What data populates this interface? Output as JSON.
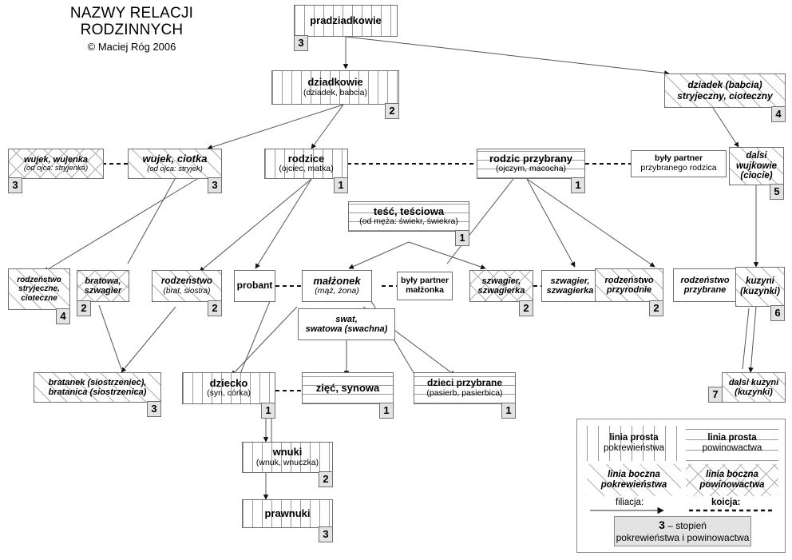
{
  "title": {
    "line1": "NAZWY RELACJI",
    "line2": "RODZINNYCH",
    "credit": "© Maciej Róg 2006"
  },
  "nodes": [
    {
      "id": "pradziadkowie",
      "l1": "pradziadkowie",
      "l2": "",
      "deg": "3",
      "fill": "vert"
    },
    {
      "id": "dziadkowie",
      "l1": "dziadkowie",
      "l2": "(dziadek, babcia)",
      "deg": "2",
      "fill": "vert"
    },
    {
      "id": "dziadek-stryjeczny",
      "l1": "dziadek (babcia)",
      "l2": "stryjeczny, cioteczny",
      "deg": "4",
      "fill": "diag"
    },
    {
      "id": "wujek-wujenka",
      "l1": "wujek, wujenka",
      "l2": "(od ojca: stryjenka)",
      "deg": "3",
      "fill": "cross"
    },
    {
      "id": "wujek-ciotka",
      "l1": "wujek, ciotka",
      "l2": "(od ojca: stryjek)",
      "deg": "3",
      "fill": "diag"
    },
    {
      "id": "rodzice",
      "l1": "rodzice",
      "l2": "(ojciec, matka)",
      "deg": "1",
      "fill": "vert"
    },
    {
      "id": "rodzic-przybrany",
      "l1": "rodzic przybrany",
      "l2": "(ojczym, macocha)",
      "deg": "1",
      "fill": "horz"
    },
    {
      "id": "byly-partner-rodzica",
      "l1": "były partner",
      "l2": "przybranego rodzica",
      "deg": "",
      "fill": "none"
    },
    {
      "id": "dalsi-wujkowie",
      "l1": "dalsi",
      "l2": "wujkowie",
      "l3": "(ciocie)",
      "deg": "5",
      "fill": "diag"
    },
    {
      "id": "tesc-tesciowa",
      "l1": "teść, teściowa",
      "l2": "(od męża: świekr, świekra)",
      "deg": "1",
      "fill": "horz"
    },
    {
      "id": "rodzenstwo-stryjeczne",
      "l1": "rodzeństwo",
      "l2": "stryjeczne,",
      "l3": "cioteczne",
      "deg": "4",
      "fill": "diag"
    },
    {
      "id": "bratowa-szwagier",
      "l1": "bratowa,",
      "l2": "szwagier",
      "deg": "2",
      "fill": "cross"
    },
    {
      "id": "rodzenstwo",
      "l1": "rodzeństwo",
      "l2": "(brat, siostra)",
      "deg": "2",
      "fill": "diag"
    },
    {
      "id": "probant",
      "l1": "probant",
      "l2": "",
      "deg": "",
      "fill": "none"
    },
    {
      "id": "malzonek",
      "l1": "małżonek",
      "l2": "(mąż, żona)",
      "deg": "",
      "fill": "none"
    },
    {
      "id": "byly-partner-malzonka",
      "l1": "były partner",
      "l2": "małżonka",
      "deg": "",
      "fill": "none"
    },
    {
      "id": "szwagier-szwagierka-1",
      "l1": "szwagier,",
      "l2": "szwagierka",
      "deg": "2",
      "fill": "cross"
    },
    {
      "id": "szwagier-szwagierka-2",
      "l1": "szwagier,",
      "l2": "szwagierka",
      "deg": "",
      "fill": "none"
    },
    {
      "id": "rodzenstwo-przyrodnie",
      "l1": "rodzeństwo",
      "l2": "przyrodnie",
      "deg": "2",
      "fill": "diag"
    },
    {
      "id": "rodzenstwo-przybrane",
      "l1": "rodzeństwo",
      "l2": "przybrane",
      "deg": "",
      "fill": "none"
    },
    {
      "id": "kuzyni",
      "l1": "kuzyni",
      "l2": "(kuzynki)",
      "deg": "6",
      "fill": "diag"
    },
    {
      "id": "swat-swatowa",
      "l1": "swat,",
      "l2": "swatowa (swachna)",
      "deg": "",
      "fill": "none"
    },
    {
      "id": "bratanek-bratanica",
      "l1": "bratanek (siostrzeniec),",
      "l2": "bratanica (siostrzenica)",
      "deg": "3",
      "fill": "diag"
    },
    {
      "id": "dziecko",
      "l1": "dziecko",
      "l2": "(syn, córka)",
      "deg": "1",
      "fill": "vert"
    },
    {
      "id": "ziec-synowa",
      "l1": "zięć, synowa",
      "l2": "",
      "deg": "1",
      "fill": "horz"
    },
    {
      "id": "dzieci-przybrane",
      "l1": "dzieci przybrane",
      "l2": "(pasierb, pasierbica)",
      "deg": "1",
      "fill": "horz"
    },
    {
      "id": "dalsi-kuzyni",
      "l1": "dalsi kuzyni",
      "l2": "(kuzynki)",
      "deg": "7",
      "fill": "diag"
    },
    {
      "id": "wnuki",
      "l1": "wnuki",
      "l2": "(wnuk, wnuczka)",
      "deg": "2",
      "fill": "vert"
    },
    {
      "id": "prawnuki",
      "l1": "prawnuki",
      "l2": "",
      "deg": "3",
      "fill": "vert"
    }
  ],
  "legend": {
    "prosta_pokrewienstwa": {
      "a": "linia prosta",
      "b": "pokrewieństwa"
    },
    "prosta_powinowactwa": {
      "a": "linia prosta",
      "b": "powinowactwa"
    },
    "boczna_pokrewienstwa": {
      "a": "linia boczna",
      "b": "pokrewieństwa"
    },
    "boczna_powinowactwa": {
      "a": "linia boczna",
      "b": "powinowactwa"
    },
    "filiacja": "filiacja:",
    "koicja": "koicja:",
    "degree_number": "3",
    "degree_dash": "– stopień",
    "degree_text": "pokrewieństwa i powinowactwa"
  },
  "colors": {
    "box_border": "#6f6f6f",
    "hatch": "#a9a9a9",
    "badge_fill": "#e3e3e3",
    "edge": "#555555",
    "text": "#000000"
  }
}
